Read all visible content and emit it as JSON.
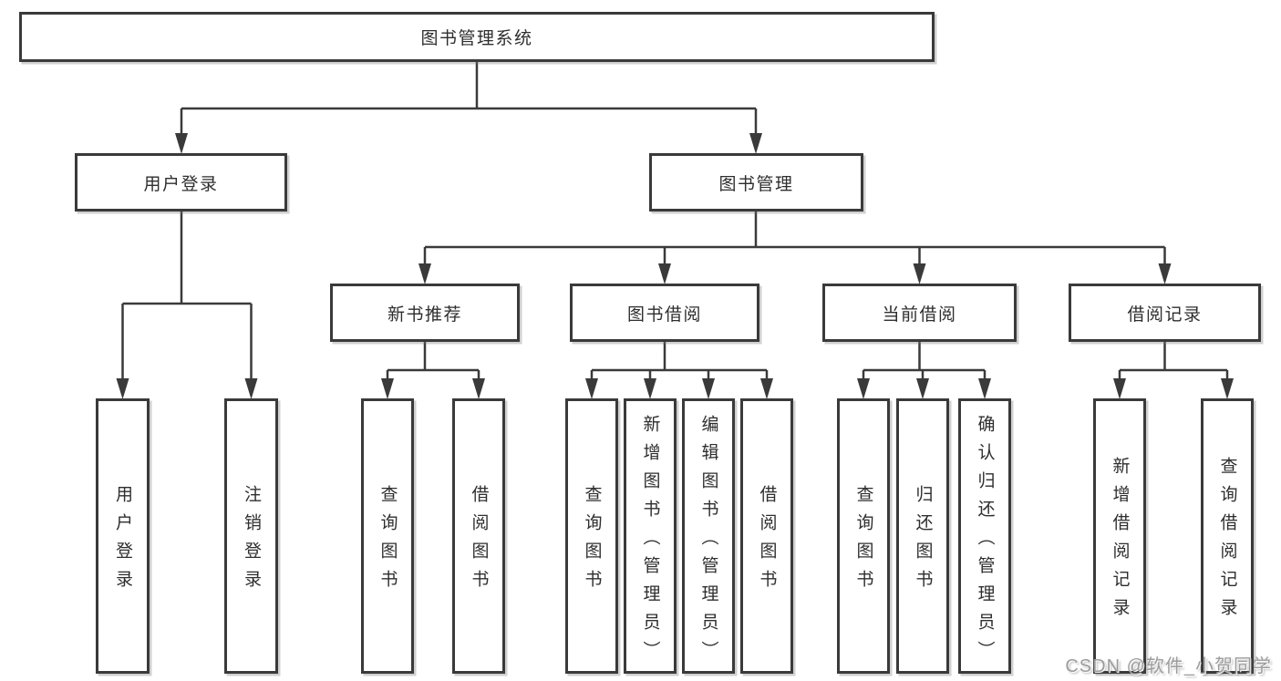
{
  "tree": {
    "root": {
      "label": "图书管理系统"
    },
    "branches": [
      {
        "label": "用户登录",
        "children": [
          {
            "label": "用户登录"
          },
          {
            "label": "注销登录"
          }
        ]
      },
      {
        "label": "图书管理",
        "children": [
          {
            "label": "新书推荐",
            "children": [
              {
                "label": "查询图书"
              },
              {
                "label": "借阅图书"
              }
            ]
          },
          {
            "label": "图书借阅",
            "children": [
              {
                "label": "查询图书"
              },
              {
                "label": "新增图书（管理员）"
              },
              {
                "label": "编辑图书（管理员）"
              },
              {
                "label": "借阅图书"
              }
            ]
          },
          {
            "label": "当前借阅",
            "children": [
              {
                "label": "查询图书"
              },
              {
                "label": "归还图书"
              },
              {
                "label": "确认归还（管理员）"
              }
            ]
          },
          {
            "label": "借阅记录",
            "children": [
              {
                "label": "新增借阅记录"
              },
              {
                "label": "查询借阅记录"
              }
            ]
          }
        ]
      }
    ]
  },
  "watermark": {
    "text": "CSDN @软件_小贺同学"
  },
  "colors": {
    "line": "#3a3a3a",
    "box_border": "#3a3a3a",
    "text": "#2e2e2e",
    "watermark": "#9c9c9c",
    "background": "#ffffff"
  }
}
